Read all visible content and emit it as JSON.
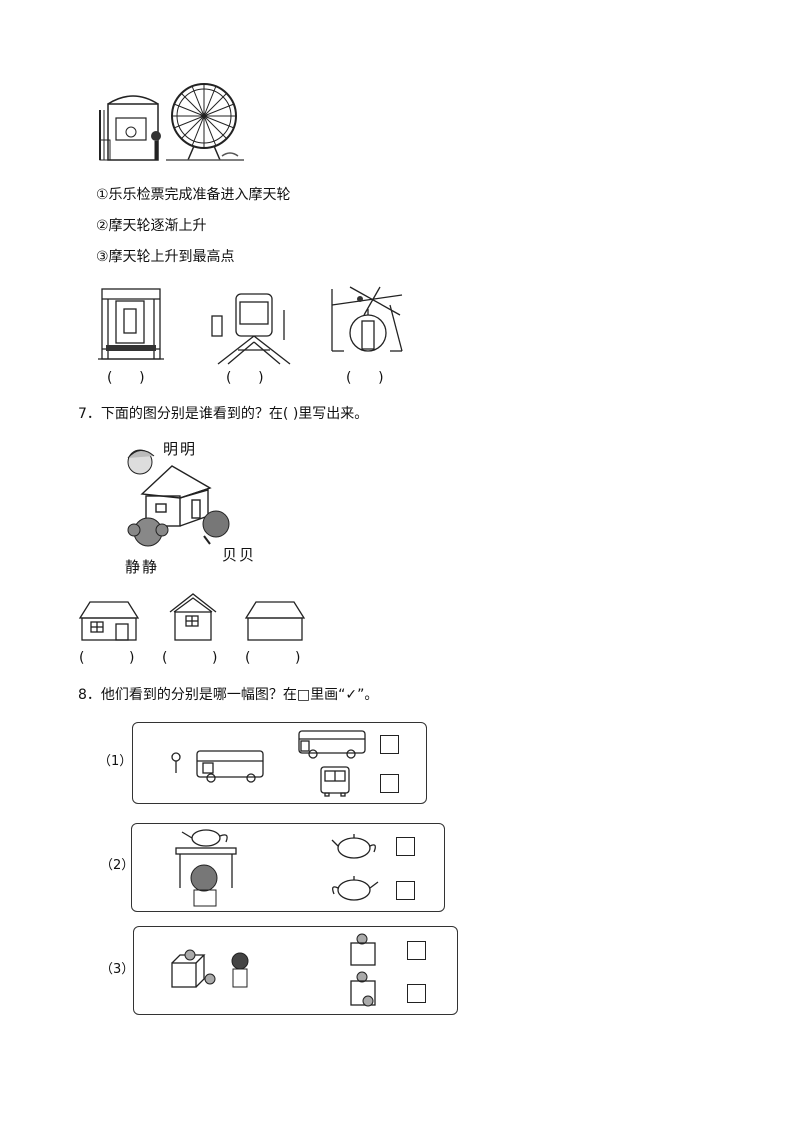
{
  "q6": {
    "steps": [
      "①乐乐检票完成准备进入摩天轮",
      "②摩天轮逐渐上升",
      "③摩天轮上升到最高点"
    ],
    "answer_blank": "(      )"
  },
  "q7": {
    "heading": "7．下面的图分别是谁看到的？在(      )里写出来。",
    "names": {
      "top": "明明",
      "left": "静静",
      "right": "贝贝"
    },
    "answer_blank": "(          )"
  },
  "q8": {
    "heading": "8．他们看到的分别是哪一幅图？在□里画“✓”。",
    "items": [
      {
        "label": "（1）"
      },
      {
        "label": "（2）"
      },
      {
        "label": "（3）"
      }
    ]
  }
}
